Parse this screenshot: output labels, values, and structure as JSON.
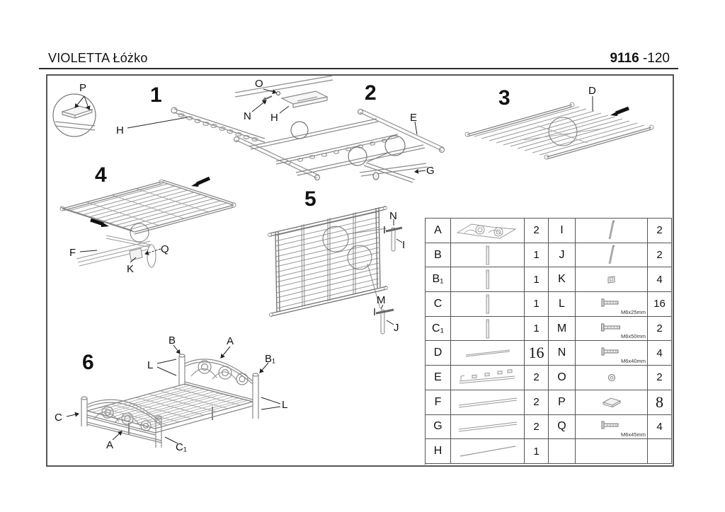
{
  "header": {
    "title": "VIOLETTA Łóżko",
    "model_number": "9116",
    "model_variant": "-120"
  },
  "steps": {
    "s1": {
      "number": "1",
      "labels": {
        "p": "P",
        "h": "H"
      }
    },
    "s2": {
      "number": "2",
      "labels": {
        "o": "O",
        "n": "N",
        "h": "H",
        "e": "E",
        "g": "G"
      }
    },
    "s3": {
      "number": "3",
      "labels": {
        "d": "D"
      }
    },
    "s4": {
      "number": "4",
      "labels": {
        "f": "F",
        "q": "Q",
        "k": "K"
      }
    },
    "s5": {
      "number": "5",
      "labels": {
        "n": "N",
        "i": "I",
        "m": "M",
        "j": "J"
      }
    },
    "s6": {
      "number": "6",
      "labels": {
        "b": "B",
        "a_head": "A",
        "b1": "B₁",
        "l_left": "L",
        "c": "C",
        "a_foot": "A",
        "c1": "C₁",
        "l_right": "L"
      }
    }
  },
  "parts_table": {
    "rows": [
      {
        "l_letter": "A",
        "l_icon": "headboard-panel-icon",
        "l_qty": "2",
        "r_letter": "I",
        "r_icon": "pin-icon",
        "r_qty": "2",
        "r_note": ""
      },
      {
        "l_letter": "B",
        "l_icon": "post-icon",
        "l_qty": "1",
        "r_letter": "J",
        "r_icon": "pin-icon",
        "r_qty": "2",
        "r_note": ""
      },
      {
        "l_letter": "B₁",
        "l_icon": "post-icon",
        "l_qty": "1",
        "r_letter": "K",
        "r_icon": "bracket-icon",
        "r_qty": "4",
        "r_note": ""
      },
      {
        "l_letter": "C",
        "l_icon": "post-icon",
        "l_qty": "1",
        "r_letter": "L",
        "r_icon": "bolt-icon",
        "r_qty": "16",
        "r_note": "M6x25mm"
      },
      {
        "l_letter": "C₁",
        "l_icon": "post-icon",
        "l_qty": "1",
        "r_letter": "M",
        "r_icon": "bolt-icon",
        "r_qty": "2",
        "r_note": "M6x50mm"
      },
      {
        "l_letter": "D",
        "l_icon": "slat-icon",
        "l_qty": "16",
        "r_letter": "N",
        "r_icon": "bolt-icon",
        "r_qty": "4",
        "r_note": "M6x40mm"
      },
      {
        "l_letter": "E",
        "l_icon": "hook-bar-icon",
        "l_qty": "2",
        "r_letter": "O",
        "r_icon": "washer-icon",
        "r_qty": "2",
        "r_note": ""
      },
      {
        "l_letter": "F",
        "l_icon": "side-rail-icon",
        "l_qty": "2",
        "r_letter": "P",
        "r_icon": "plate-icon",
        "r_qty": "8",
        "r_note": ""
      },
      {
        "l_letter": "G",
        "l_icon": "side-rail-icon",
        "l_qty": "2",
        "r_letter": "Q",
        "r_icon": "bolt-icon",
        "r_qty": "4",
        "r_note": "M6x45mm"
      },
      {
        "l_letter": "H",
        "l_icon": "center-rail-icon",
        "l_qty": "1",
        "r_letter": "",
        "r_icon": "",
        "r_qty": "",
        "r_note": ""
      }
    ]
  }
}
